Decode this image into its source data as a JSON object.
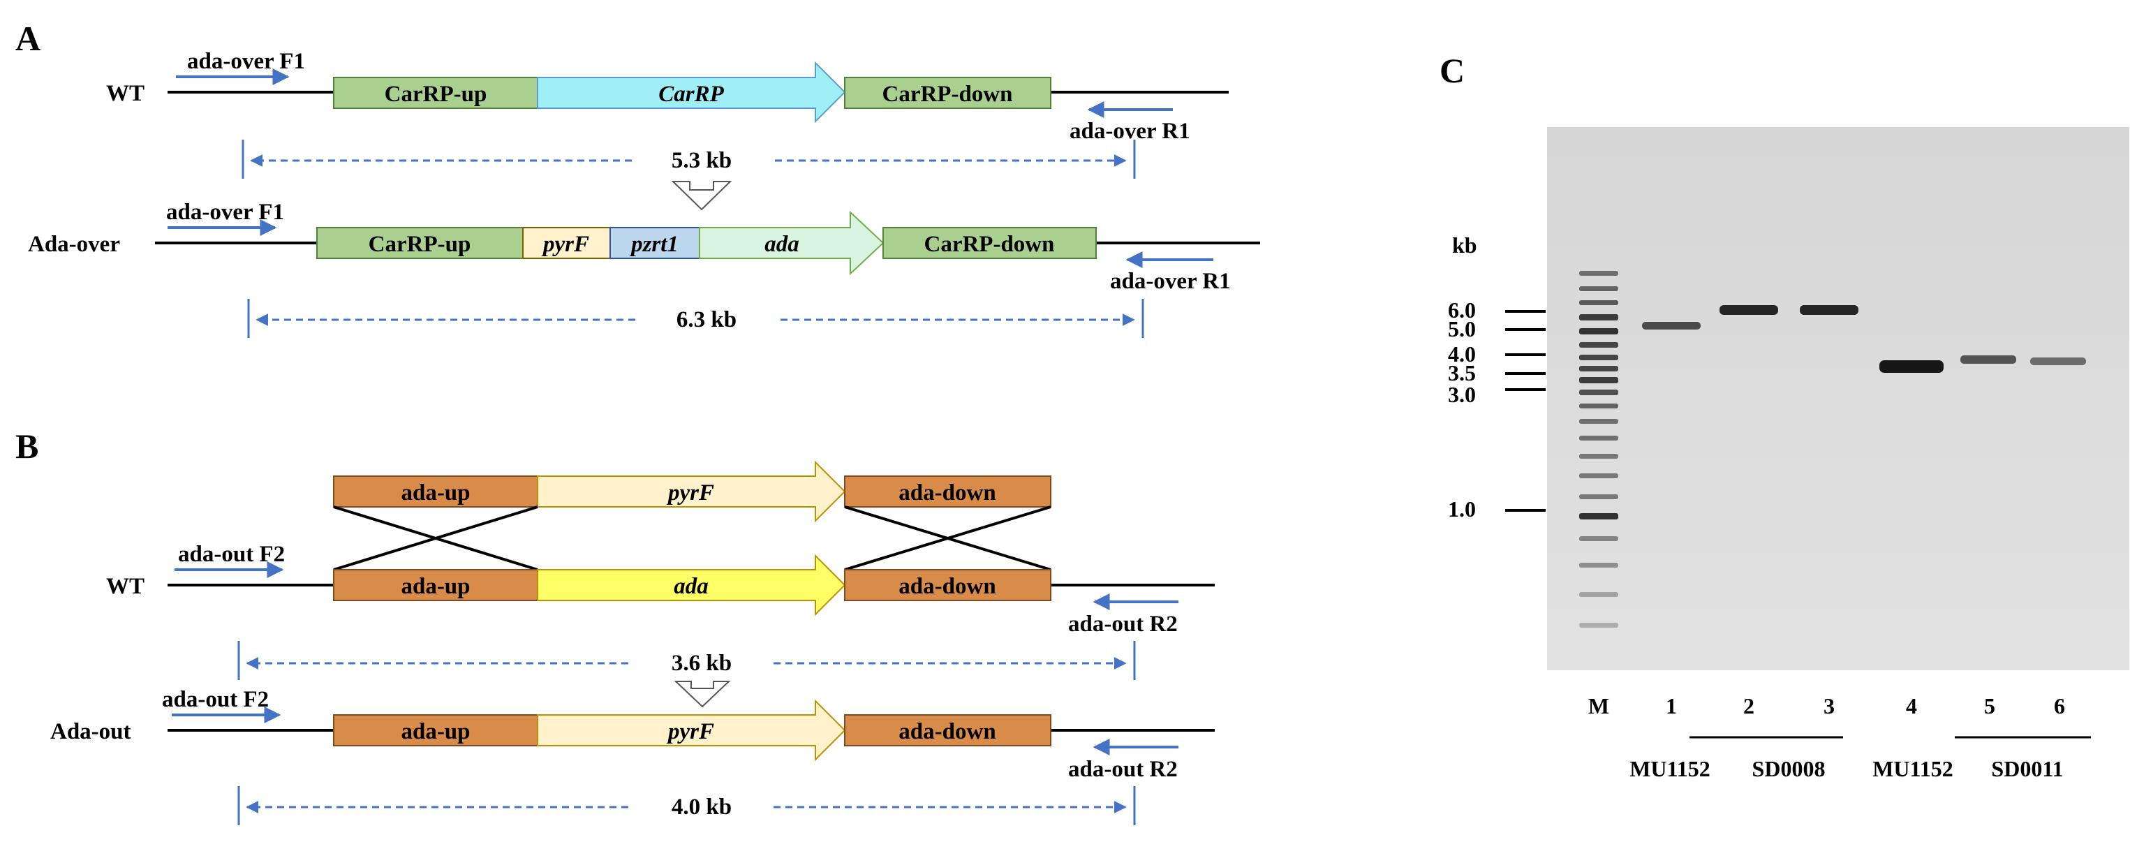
{
  "panels": {
    "a": "A",
    "b": "B",
    "c": "C"
  },
  "colors": {
    "green_box": "#a9d08e",
    "cyan_arrow": "#9ff0f6",
    "yellow_box": "#fff2cc",
    "blue_box": "#bdd7ee",
    "light_green_arrow": "#d9f5e1",
    "orange_box": "#d98c4a",
    "bright_yellow_arrow": "#ffff66",
    "primer_blue": "#4472c4",
    "dashed_blue": "#4472c4"
  },
  "panel_a": {
    "wt_label": "WT",
    "wt_primer_f": "ada-over F1",
    "wt_primer_r": "ada-over R1",
    "wt_segments": [
      "CarRP-up",
      "CarRP",
      "CarRP-down"
    ],
    "wt_size": "5.3 kb",
    "mut_label": "Ada-over",
    "mut_primer_f": "ada-over F1",
    "mut_primer_r": "ada-over R1",
    "mut_segments": [
      "CarRP-up",
      "pyrF",
      "pzrt1",
      "ada",
      "CarRP-down"
    ],
    "mut_size": "6.3 kb"
  },
  "panel_b": {
    "donor_segments": [
      "ada-up",
      "pyrF",
      "ada-down"
    ],
    "wt_label": "WT",
    "wt_primer_f": "ada-out F2",
    "wt_primer_r": "ada-out R2",
    "wt_segments": [
      "ada-up",
      "ada",
      "ada-down"
    ],
    "wt_size": "3.6 kb",
    "mut_label": "Ada-out",
    "mut_primer_f": "ada-out F2",
    "mut_primer_r": "ada-out R2",
    "mut_segments": [
      "ada-up",
      "pyrF",
      "ada-down"
    ],
    "mut_size": "4.0 kb"
  },
  "panel_c": {
    "kb_label": "kb",
    "markers": [
      "6.0",
      "5.0",
      "4.0",
      "3.5",
      "3.0",
      "1.0"
    ],
    "lanes": [
      "M",
      "1",
      "2",
      "3",
      "4",
      "5",
      "6"
    ],
    "strains": [
      "MU1152",
      "SD0008",
      "MU1152",
      "SD0011"
    ]
  }
}
